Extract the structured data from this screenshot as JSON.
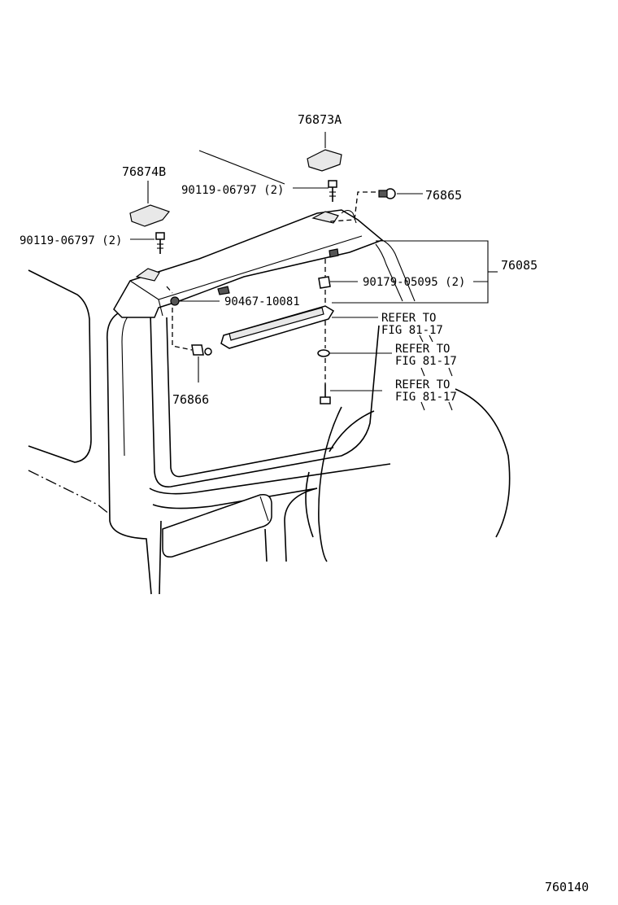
{
  "labels": {
    "p76873A": "76873A",
    "p76874B": "76874B",
    "p90119_upper": "90119-06797 (2)",
    "p90119_left": "90119-06797 (2)",
    "p76865": "76865",
    "p76085": "76085",
    "p90179": "90179-05095 (2)",
    "p90467": "90467-10081",
    "p76866": "76866",
    "refer1_line1": "REFER TO",
    "refer1_line2": "FIG 81-17",
    "refer2_line1": "REFER TO",
    "refer2_line2": "FIG 81-17",
    "refer3_line1": "REFER TO",
    "refer3_line2": "FIG 81-17",
    "figure_number": "760140"
  }
}
